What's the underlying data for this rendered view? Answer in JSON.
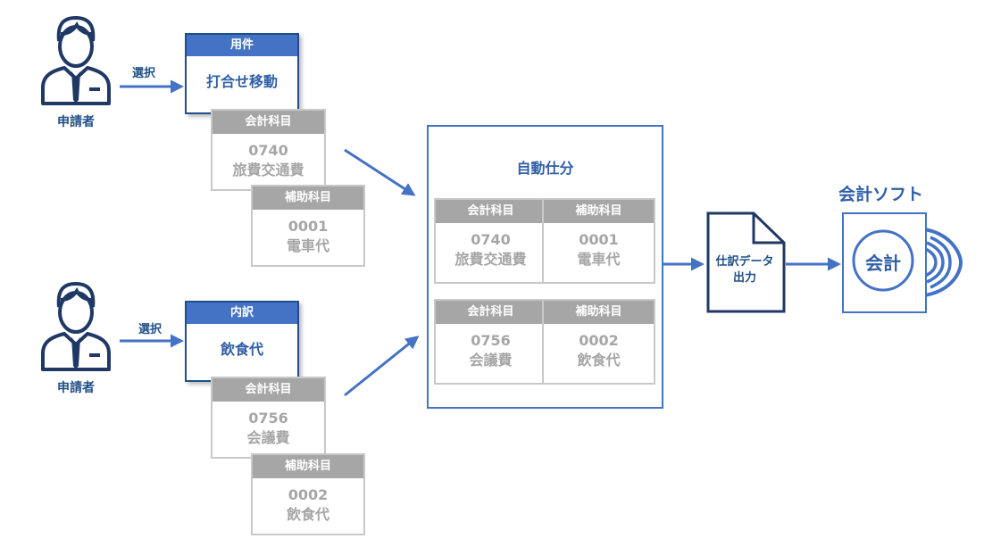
{
  "applicants": [
    {
      "label": "申請者",
      "select_label": "選択",
      "selection": {
        "header": "用件",
        "value": "打合せ移動"
      },
      "account": {
        "header": "会計科目",
        "code": "0740",
        "name": "旅費交通費"
      },
      "sub_account": {
        "header": "補助科目",
        "code": "0001",
        "name": "電車代"
      }
    },
    {
      "label": "申請者",
      "select_label": "選択",
      "selection": {
        "header": "内訳",
        "value": "飲食代"
      },
      "account": {
        "header": "会計科目",
        "code": "0756",
        "name": "会議費"
      },
      "sub_account": {
        "header": "補助科目",
        "code": "0002",
        "name": "飲食代"
      }
    }
  ],
  "auto_journal": {
    "title": "自動仕分",
    "rows": [
      {
        "account": {
          "header": "会計科目",
          "code": "0740",
          "name": "旅費交通費"
        },
        "sub_account": {
          "header": "補助科目",
          "code": "0001",
          "name": "電車代"
        }
      },
      {
        "account": {
          "header": "会計科目",
          "code": "0756",
          "name": "会議費"
        },
        "sub_account": {
          "header": "補助科目",
          "code": "0002",
          "name": "飲食代"
        }
      }
    ]
  },
  "output_doc": {
    "line1": "仕訳データ",
    "line2": "出力"
  },
  "accounting_software": {
    "title": "会計ソフト",
    "icon_text": "会計"
  },
  "colors": {
    "primary": "#4472c4",
    "dark": "#1f4f86",
    "gray": "#a6a6a6"
  }
}
